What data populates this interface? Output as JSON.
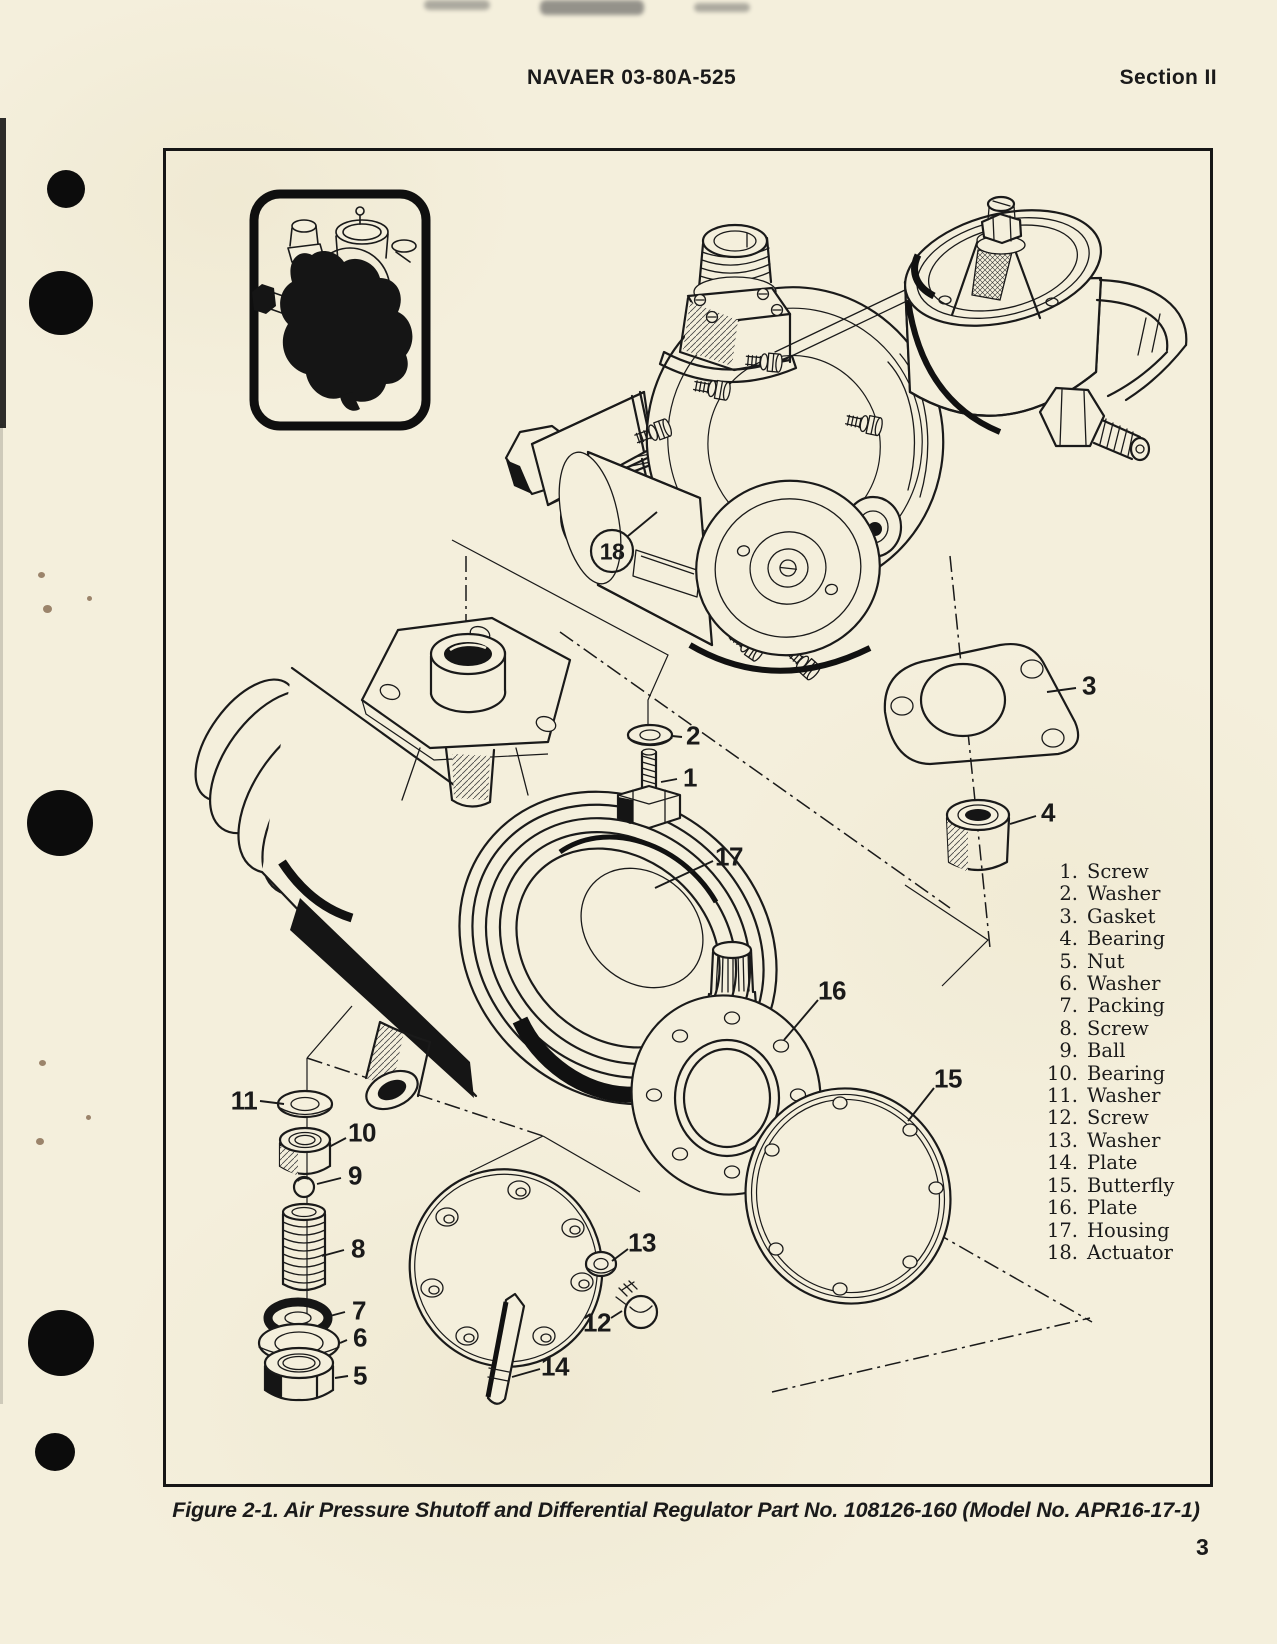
{
  "page": {
    "header": {
      "doc_number": "NAVAER 03-80A-525",
      "section": "Section II"
    },
    "page_number": "3"
  },
  "figure": {
    "caption": "Figure 2-1.  Air Pressure Shutoff and Differential Regulator Part No. 108126-160 (Model No. APR16-17-1)",
    "parts_list": [
      {
        "num": "1.",
        "name": "Screw"
      },
      {
        "num": "2.",
        "name": "Washer"
      },
      {
        "num": "3.",
        "name": "Gasket"
      },
      {
        "num": "4.",
        "name": "Bearing"
      },
      {
        "num": "5.",
        "name": "Nut"
      },
      {
        "num": "6.",
        "name": "Washer"
      },
      {
        "num": "7.",
        "name": "Packing"
      },
      {
        "num": "8.",
        "name": "Screw"
      },
      {
        "num": "9.",
        "name": "Ball"
      },
      {
        "num": "10.",
        "name": "Bearing"
      },
      {
        "num": "11.",
        "name": "Washer"
      },
      {
        "num": "12.",
        "name": "Screw"
      },
      {
        "num": "13.",
        "name": "Washer"
      },
      {
        "num": "14.",
        "name": "Plate"
      },
      {
        "num": "15.",
        "name": "Butterfly"
      },
      {
        "num": "16.",
        "name": "Plate"
      },
      {
        "num": "17.",
        "name": "Housing"
      },
      {
        "num": "18.",
        "name": "Actuator"
      }
    ],
    "callouts": [
      {
        "label": "1"
      },
      {
        "label": "2"
      },
      {
        "label": "3"
      },
      {
        "label": "4"
      },
      {
        "label": "5"
      },
      {
        "label": "6"
      },
      {
        "label": "7"
      },
      {
        "label": "8"
      },
      {
        "label": "9"
      },
      {
        "label": "10"
      },
      {
        "label": "11"
      },
      {
        "label": "12"
      },
      {
        "label": "13"
      },
      {
        "label": "14"
      },
      {
        "label": "15"
      },
      {
        "label": "16"
      },
      {
        "label": "17"
      },
      {
        "label": "18"
      }
    ]
  }
}
